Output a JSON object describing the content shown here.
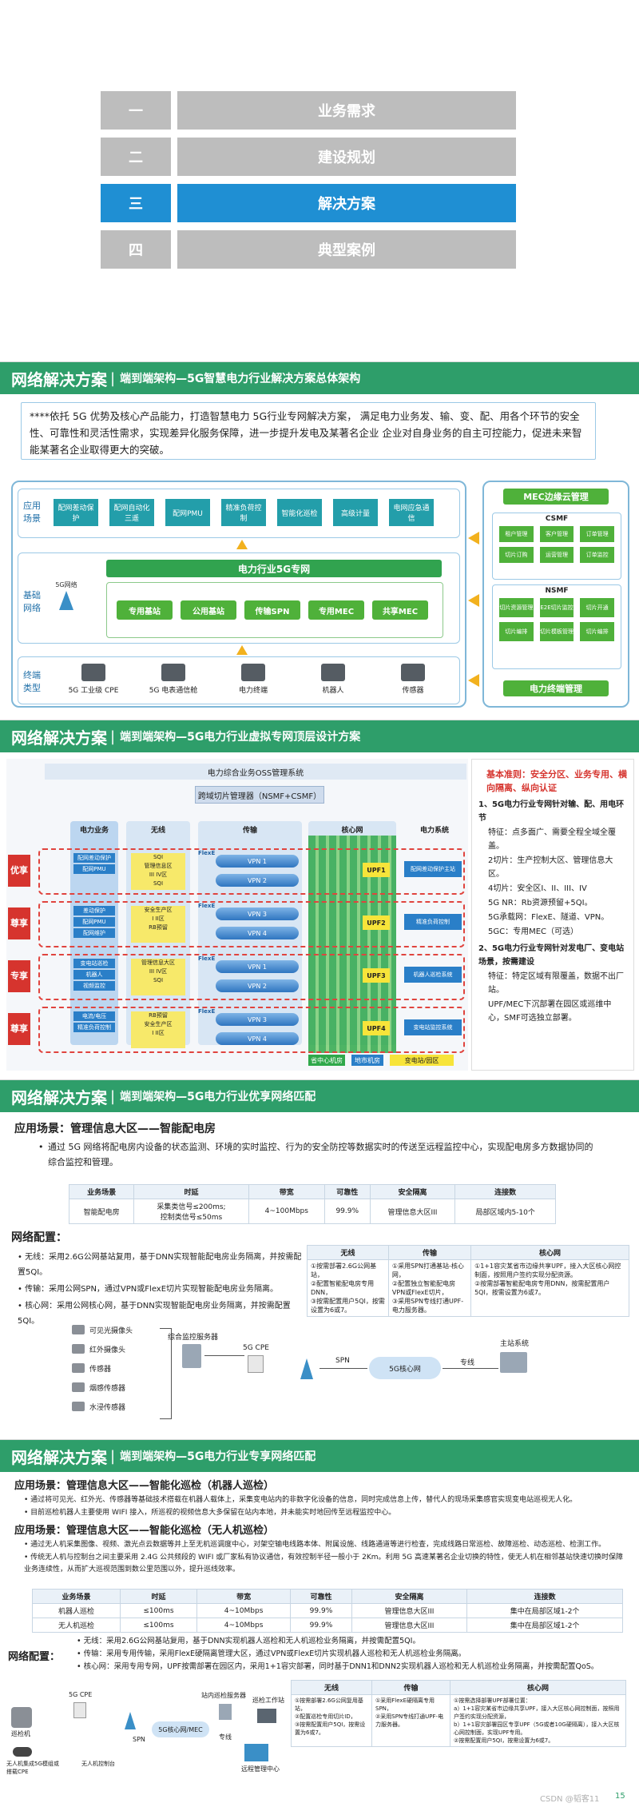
{
  "toc": {
    "items": [
      {
        "num": "一",
        "label": "业务需求",
        "active": false
      },
      {
        "num": "二",
        "label": "建设规划",
        "active": false
      },
      {
        "num": "三",
        "label": "解决方案",
        "active": true
      },
      {
        "num": "四",
        "label": "典型案例",
        "active": false
      }
    ]
  },
  "s1": {
    "title": "网络解决方案",
    "subtitle": "端到端架构—5G智慧电力行业解决方案总体架构",
    "intro": "****依托 5G 优势及核心产品能力，打造智慧电力 5G行业专网解决方案， 满足电力业务发、输、变、配、用各个环节的安全性、可靠性和灵活性需求，实现差异化服务保障，进一步提升发电及某著名企业 企业对自身业务的自主可控能力，促进未来智能某著名企业取得更大的突破。",
    "app_label": "应用\n场景",
    "apps": [
      "配网差动保护",
      "配网自动化三遥",
      "配网PMU",
      "精准负荷控制",
      "智能化巡检",
      "高级计量",
      "电网应急通信"
    ],
    "net_label": "基础\n网络",
    "net_core": "电力行业5G专网",
    "net_items": [
      "专用基站",
      "公用基站",
      "传输SPN",
      "专用MEC",
      "共享MEC"
    ],
    "net_icon": "5G网络",
    "term_label": "终端\n类型",
    "terms": [
      "5G 工业级 CPE",
      "5G 电表通信舱",
      "电力终端",
      "机器人",
      "传感器"
    ],
    "mec": "MEC边缘云管理",
    "csmf": "CSMF",
    "csmf_items": [
      "租户管理",
      "客户管理",
      "订单管理",
      "切片订购",
      "运营管理",
      "订单监控"
    ],
    "nsmf": "NSMF",
    "nsmf_items": [
      "切片资源管理",
      "E2E切片监控",
      "切片开通",
      "切片编排",
      "切片模板管理",
      "切片编排"
    ],
    "term_mgmt": "电力终端管理"
  },
  "s2": {
    "title": "网络解决方案",
    "subtitle": "端到端架构—5G电力行业虚拟专网顶层设计方案",
    "oss": "电力综合业务OSS管理系统",
    "nsmf": "跨域切片管理器（NSMF+CSMF）",
    "cols": [
      "电力业务",
      "无线",
      "传输",
      "核心网",
      "电力系统"
    ],
    "rows": [
      {
        "label": "优享",
        "left": [
          "配网差动保护",
          "配网PMU"
        ],
        "mid": "SQI\n管理信息区\nIII IV区\nSQI",
        "upf": "UPF1",
        "right": "配网差动保护主站"
      },
      {
        "label": "尊享",
        "left": [
          "差动保护",
          "配网PMU",
          "配网维护"
        ],
        "mid": "安全生产区\nI II区\nRB预留",
        "upf": "UPF2",
        "right": "精准负荷控制"
      },
      {
        "label": "专享",
        "left": [
          "变电站巡检",
          "机器人",
          "视频监控"
        ],
        "mid": "管理信息大区\nIII IV区\nSQI",
        "upf": "UPF3",
        "right": "机器人巡检系统"
      },
      {
        "label": "尊享",
        "left": [
          "电流/电压",
          "精准负荷控制"
        ],
        "mid": "RB预留\n安全生产区\nI II区",
        "upf": "UPF4",
        "right": "变电站监控系统"
      }
    ],
    "vpns": [
      "VPN 1",
      "VPN 2",
      "VPN 3",
      "VPN 4",
      "VPN 1",
      "VPN 2",
      "VPN 3",
      "VPN 4"
    ],
    "flexe": "FlexE",
    "bottom": [
      "省中心机房",
      "地市机房",
      "变电站/园区"
    ],
    "notes_title": "基本准则：安全分区、业务专用、横向隔离、纵向认证",
    "notes": [
      "1、5G电力行业专网针对输、配、用电环节",
      "特征：点多面广、需要全程全域全覆盖。",
      "2切片：生产控制大区、管理信息大区。",
      "4切片：安全区I、II、III、IV",
      "5G NR：Rb资源预留+5QI。",
      "5G承载网：FlexE、隧道、VPN。",
      "5GC：专用MEC（可选）",
      "2、5G电力行业专网针对发电厂、变电站场景，按需建设",
      "特征：特定区域有限覆盖，数据不出厂站。",
      "UPF/MEC下沉部署在园区或巡维中心，SMF可选独立部署。"
    ]
  },
  "s3": {
    "title": "网络解决方案",
    "subtitle": "端到端架构—5G电力行业优享网络匹配",
    "scene": "应用场景：管理信息大区——智能配电房",
    "desc": "通过 5G 网络将配电房内设备的状态监测、环境的实时监控、行为的安全防控等数据实时的传送至远程监控中心，实现配电房多方数据协同的综合监控和管理。",
    "table_head": [
      "业务场景",
      "时延",
      "带宽",
      "可靠性",
      "安全隔离",
      "连接数"
    ],
    "table_row": [
      "智能配电房",
      "采集类信号≤200ms;\n控制类信号≤50ms",
      "4~100Mbps",
      "99.9%",
      "管理信息大区III",
      "局部区域内5-10个"
    ],
    "config_title": "网络配置：",
    "configs": [
      "无线：采用2.6G公网基站复用，基于DNN实现智能配电房业务隔离，并按需配置5QI。",
      "传输：采用公网SPN，通过VPN或FlexE切片实现智能配电房业务隔离。",
      "核心网：采用公网核心网，基于DNN实现智能配电房业务隔离，并按需配置5QI。"
    ],
    "cfg_head": [
      "无线",
      "传输",
      "核心网"
    ],
    "cfg_body": [
      "①按需部署2.6G公网基站，\n②配置智能配电房专用DNN，\n③按需配置用户5QI，按需设置为6或7。",
      "①采用SPN打通基站-核心网，\n②配置独立智能配电房VPN或FlexE切片，\n③采用SPN专线打通UPF-电力服务器。",
      "①1+1容灾某省市边缘共享UPF，接入大区核心网控制面，按照用户签约实现分配资源。\n②按需部署智能配电房专用DNN，按需配置用户5QI，按需设置为6或7。"
    ],
    "devices": [
      "可见光摄像头",
      "红外摄像头",
      "传感器",
      "烟感传感器",
      "水浸传感器"
    ],
    "gateway": "综合监控服务器",
    "cpe": "5G CPE",
    "spn": "SPN",
    "core": "5G核心网",
    "line": "专线",
    "host": "主站系统"
  },
  "s4": {
    "title": "网络解决方案",
    "subtitle": "端到端架构—5G电力行业专享网络匹配",
    "scene1": "应用场景：管理信息大区——智能化巡检（机器人巡检）",
    "b1": "通过将可见光、红外光、传感器等基础技术搭载在机器人载体上，采集变电站内的非数字化设备的信息，同时完成信息上传，替代人的现场采集感官实现变电站巡视无人化。",
    "b2": "目前巡检机器人主要使用 WIFI 接入，所巡视的视频信息大多保留在站内本地，并未能实时地回传至远程监控中心。",
    "scene2": "应用场景：管理信息大区——智能化巡检（无人机巡检）",
    "b3": "通过无人机采集图像、视频、激光点云数据等并上至无机巡调度中心，对架空输电线路本体、附属设施、线路通道等进行检查，完成线路日常巡检、故障巡检、动态巡检、检测工作。",
    "b4": "传统无人机与控制台之间主要采用 2.4G 公共频段的 WIFI 或厂家私有协议通信，有效控制半径一般小于 2Km。利用 5G 高速某著名企业切换的特性，使无人机在相邻基站快速切换时保障业务连续性，从而扩大巡视范围到数公里范围以外，提升巡线效率。",
    "table_head": [
      "业务场景",
      "时延",
      "带宽",
      "可靠性",
      "安全隔离",
      "连接数"
    ],
    "table_rows": [
      [
        "机器人巡检",
        "≤100ms",
        "4~10Mbps",
        "99.9%",
        "管理信息大区III",
        "集中在局部区域1-2个"
      ],
      [
        "无人机巡检",
        "≤100ms",
        "4~10Mbps",
        "99.9%",
        "管理信息大区III",
        "集中在局部区域1-2个"
      ]
    ],
    "config_title": "网络配置：",
    "configs": [
      "无线：采用2.6G公网基站复用，基于DNN实现机器人巡检和无人机巡检业务隔离，并按需配置5QI。",
      "传输：采用专用传输，采用FlexE硬隔离管理大区，通过VPN或FlexE切片实现机器人巡检和无人机巡检业务隔离。",
      "核心网：采用专用专网，UPF按需部署在园区内，采用1+1容灾部署，同时基于DNN1和DNN2实现机器人巡检和无人机巡检业务隔离，并按需配置QoS。"
    ],
    "diagram": [
      "巡检机",
      "5G CPE",
      "SPN",
      "5G核心网/MEC",
      "站内巡检服务器",
      "专线",
      "巡检工作站",
      "远程管理中心",
      "无人机集成5G模组或搭载CPE",
      "无人机控制台"
    ],
    "cfg_head": [
      "无线",
      "传输",
      "核心网"
    ],
    "cfg_body": [
      "①按需部署2.6G公网复用基站，\n②配置巡检专用切片ID，\n③按需配置用户5QI，按需设置为6或7。",
      "①采用FlexE硬隔离专用SPN，\n②采用SPN专线打通UPF-电力服务器。",
      "①按需选择部署UPF部署位置：\na）1+1容灾某省市边缘共享UPF，接入大区核心网控制面，按照用户签约实现分配资源，\nb）1+1容灾部署园区专享UPF（5G或者10G硬隔离），接入大区核心网控制面，实现UPF专用。\n②按需配置用户5QI，按需设置为6或7。"
    ],
    "page_num": "15",
    "watermark": "CSDN @韬客11"
  }
}
